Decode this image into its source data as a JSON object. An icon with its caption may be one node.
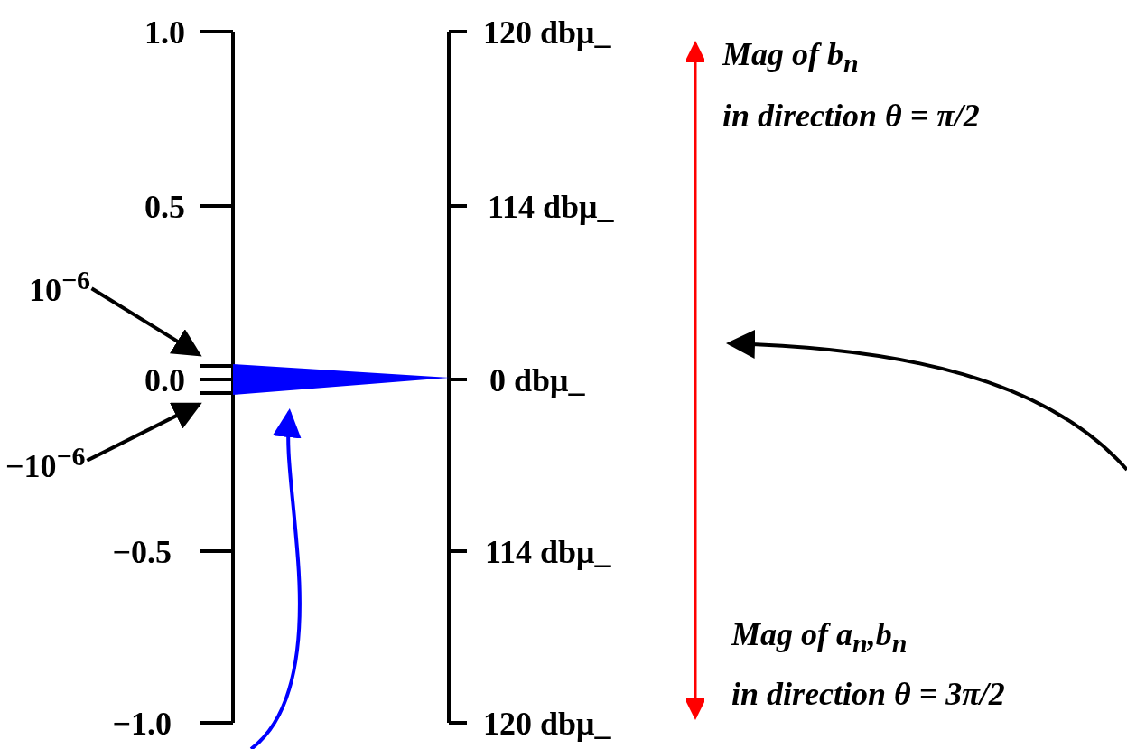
{
  "diagram": {
    "nodes": [
      {
        "text": [
          "10$^{−6}$"
        ]
      },
      {
        "text": [],
        "shape": "bar"
      },
      {
        "text": [
          "−10$^{−6}$"
        ]
      },
      {
        "text": [],
        "shape": "bar"
      },
      {
        "text": [],
        "shape": "triangle"
      },
      {
        "text": [],
        "shape": "arrow",
        "beside": [
          "Mag of **b$_{n}$**",
          "in direction  θ = π/2",
          "Mag of **a$_{n}$**,**b$_{n}$**",
          "in direction  θ = 3π/2"
        ]
      }
    ],
    "edges": [
      {
        "from": 0,
        "to": 1,
        "arrow": "to"
      },
      {
        "from": 2,
        "to": 3,
        "arrow": "to"
      },
      {
        "from": null,
        "to": 4,
        "arrow": "to",
        "color": "#0000ff"
      },
      {
        "from": null,
        "to": 5,
        "arrow": "to"
      }
    ],
    "labels": [
      "1.0",
      "120 dbμ_",
      "0.5",
      "114 dbμ_",
      "0.0",
      "0 dbμ_",
      "−0.5",
      "114 dbμ_",
      "−1.0",
      "120 dbμ_"
    ]
  }
}
